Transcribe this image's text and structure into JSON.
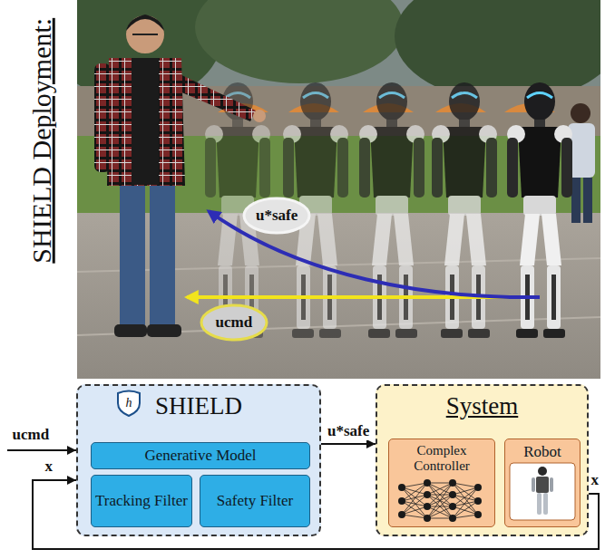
{
  "diagram": {
    "nodes": [
      {
        "text": [
          "SHIELD"
        ]
      },
      {
        "text": [
          "Generative Model"
        ],
        "in": 0
      },
      {
        "text": [
          "Tracking Filter"
        ],
        "in": 0
      },
      {
        "text": [
          "Safety Filter"
        ],
        "in": 0
      },
      {
        "text": [
          "System"
        ]
      },
      {
        "text": [
          "Complex Controller"
        ],
        "in": 4
      },
      {
        "text": [
          "Robot"
        ],
        "in": 4
      }
    ],
    "edges": [
      {
        "from": 0,
        "to": 4,
        "arrow": "to",
        "label": "u*safe"
      },
      {
        "from": 4,
        "to": 0,
        "arrow": "to",
        "label": "x"
      }
    ],
    "labels": [
      "SHIELD Deployment:",
      "u*safe",
      "ucmd",
      "ucmd",
      "x",
      "h"
    ]
  }
}
